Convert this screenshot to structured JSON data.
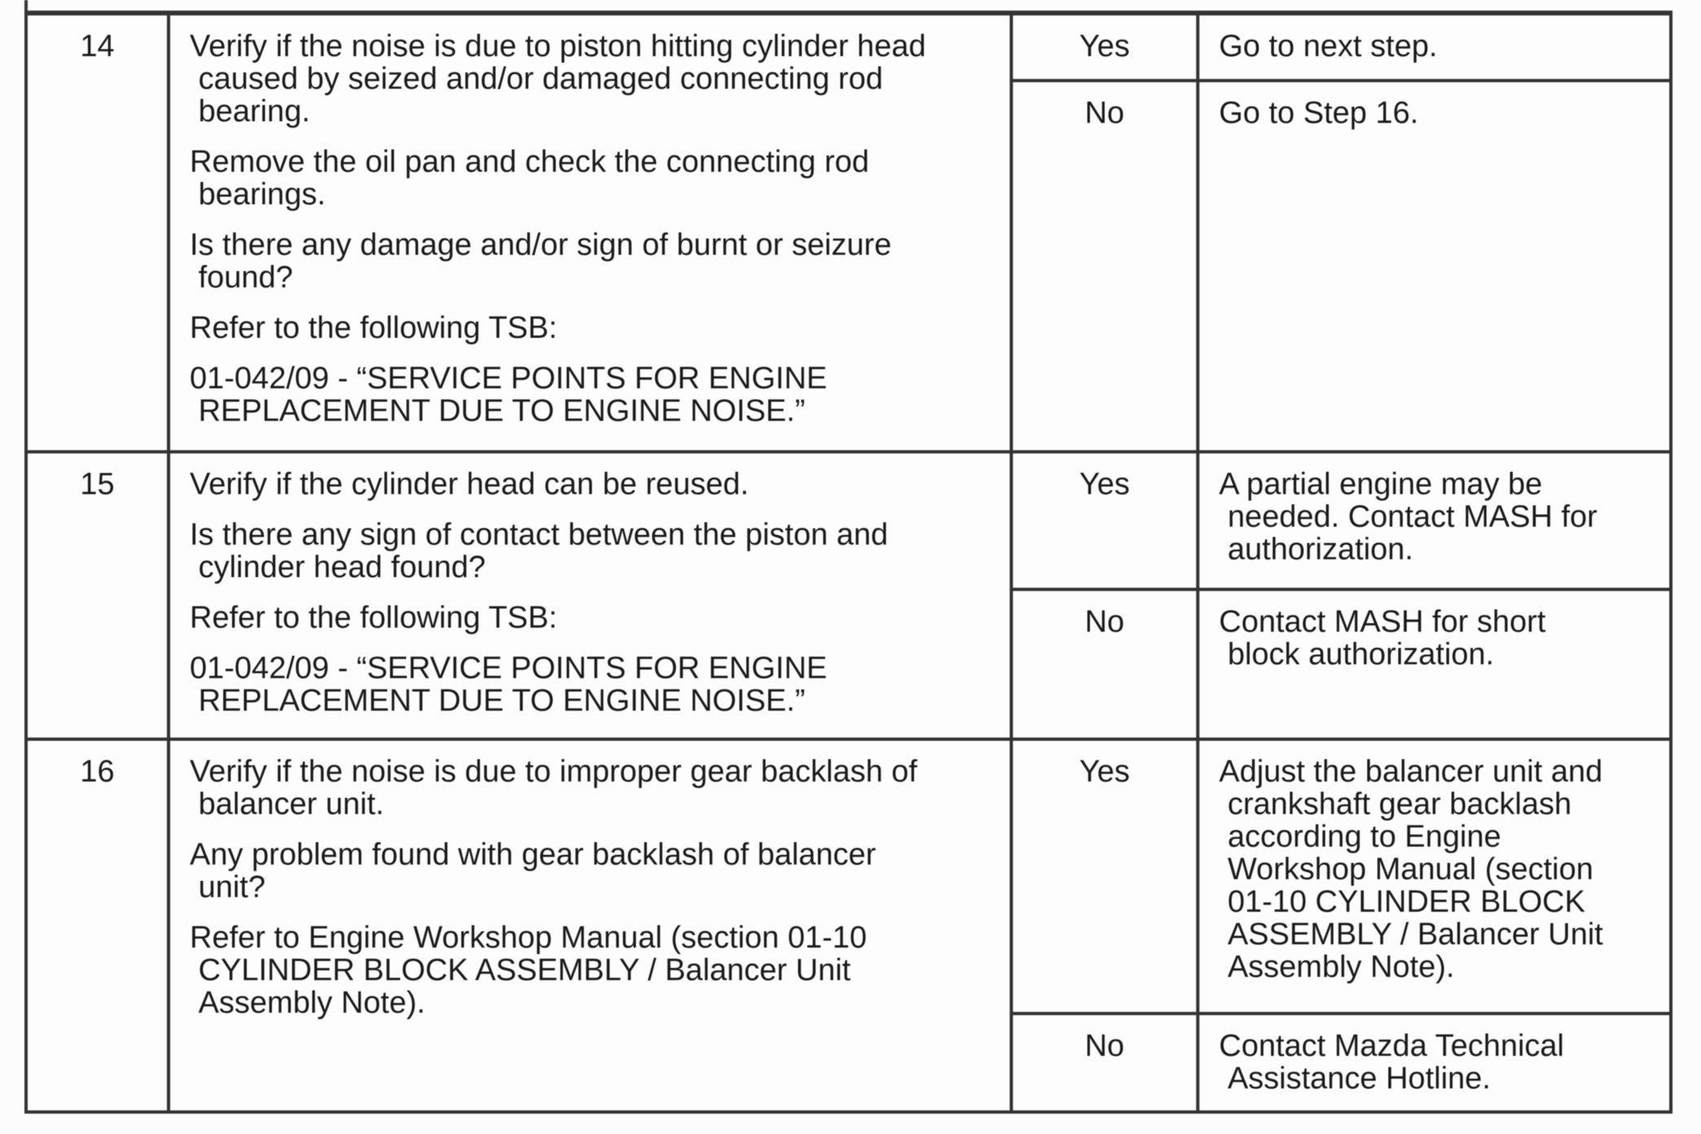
{
  "colors": {
    "border": "#333333",
    "text": "#1a1a1a",
    "background": "#fdfdfd"
  },
  "rows": [
    {
      "step": "14",
      "description": [
        "Verify if the noise is due to piston hitting cylinder head\n caused by seized and/or damaged connecting rod\n bearing.",
        "Remove the oil pan and check the connecting rod\n bearings.",
        "Is there any damage and/or sign of burnt or seizure\n found?",
        "Refer to the following TSB:",
        "01-042/09 - “SERVICE POINTS FOR ENGINE\n REPLACEMENT DUE TO ENGINE NOISE.”"
      ],
      "yes": {
        "label": "Yes",
        "action": "Go to next step."
      },
      "no": {
        "label": "No",
        "action": "Go to Step 16."
      }
    },
    {
      "step": "15",
      "description": [
        "Verify if the cylinder head can be reused.",
        "Is there any sign of contact between the piston and\n cylinder head found?",
        "Refer to the following TSB:",
        "01-042/09 - “SERVICE POINTS FOR ENGINE\n REPLACEMENT DUE TO ENGINE NOISE.”"
      ],
      "yes": {
        "label": "Yes",
        "action": "A partial engine may be\n needed. Contact MASH for\n authorization."
      },
      "no": {
        "label": "No",
        "action": "Contact MASH for short\n block authorization."
      }
    },
    {
      "step": "16",
      "description": [
        "Verify if the noise is due to improper gear backlash of\n balancer unit.",
        "Any problem found with gear backlash of balancer\n unit?",
        "Refer to Engine Workshop Manual (section 01-10\n CYLINDER BLOCK ASSEMBLY / Balancer Unit\n Assembly Note)."
      ],
      "yes": {
        "label": "Yes",
        "action": "Adjust the balancer unit and\n crankshaft gear backlash\n according to Engine\n Workshop Manual (section\n 01-10 CYLINDER BLOCK\n ASSEMBLY / Balancer Unit\n Assembly Note)."
      },
      "no": {
        "label": "No",
        "action": "Contact Mazda Technical\n Assistance Hotline."
      }
    }
  ]
}
